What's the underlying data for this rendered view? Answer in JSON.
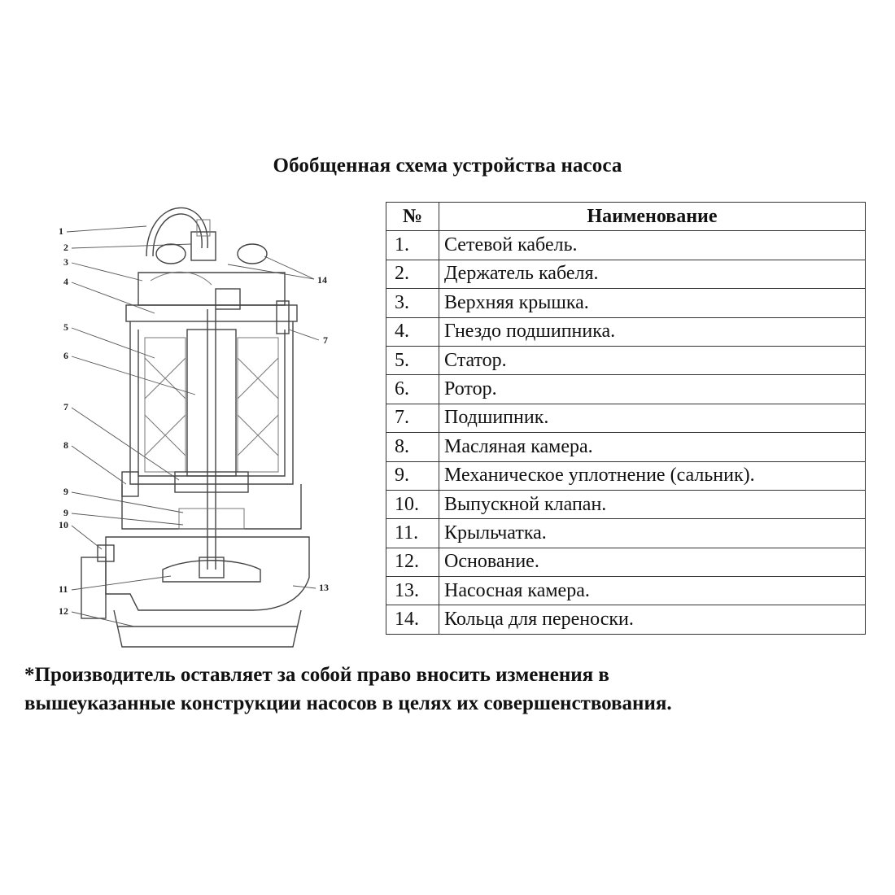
{
  "title": "Обобщенная схема устройства насоса",
  "table": {
    "header_num": "№",
    "header_name": "Наименование",
    "rows": [
      {
        "num": "1.",
        "name": "Сетевой кабель."
      },
      {
        "num": "2.",
        "name": "Держатель кабеля."
      },
      {
        "num": "3.",
        "name": "Верхняя крышка."
      },
      {
        "num": "4.",
        "name": "Гнездо подшипника."
      },
      {
        "num": "5.",
        "name": "Статор."
      },
      {
        "num": "6.",
        "name": "Ротор."
      },
      {
        "num": "7.",
        "name": "Подшипник."
      },
      {
        "num": "8.",
        "name": "Масляная камера."
      },
      {
        "num": "9.",
        "name": "Механическое уплотнение (сальник)."
      },
      {
        "num": "10.",
        "name": "Выпускной клапан."
      },
      {
        "num": "11.",
        "name": "Крыльчатка."
      },
      {
        "num": "12.",
        "name": "Основание."
      },
      {
        "num": "13.",
        "name": "Насосная камера."
      },
      {
        "num": "14.",
        "name": "Кольца для переноски."
      }
    ]
  },
  "callouts": {
    "c1": "1",
    "c2": "2",
    "c3": "3",
    "c4": "4",
    "c5": "5",
    "c6": "6",
    "c7a": "7",
    "c7b": "7",
    "c8": "8",
    "c9a": "9",
    "c9b": "9",
    "c10": "10",
    "c11": "11",
    "c12": "12",
    "c13": "13",
    "c14": "14"
  },
  "note_line1": "*Производитель оставляет за собой право вносить изменения в",
  "note_line2": "вышеуказанные конструкции насосов в целях их совершенствования."
}
